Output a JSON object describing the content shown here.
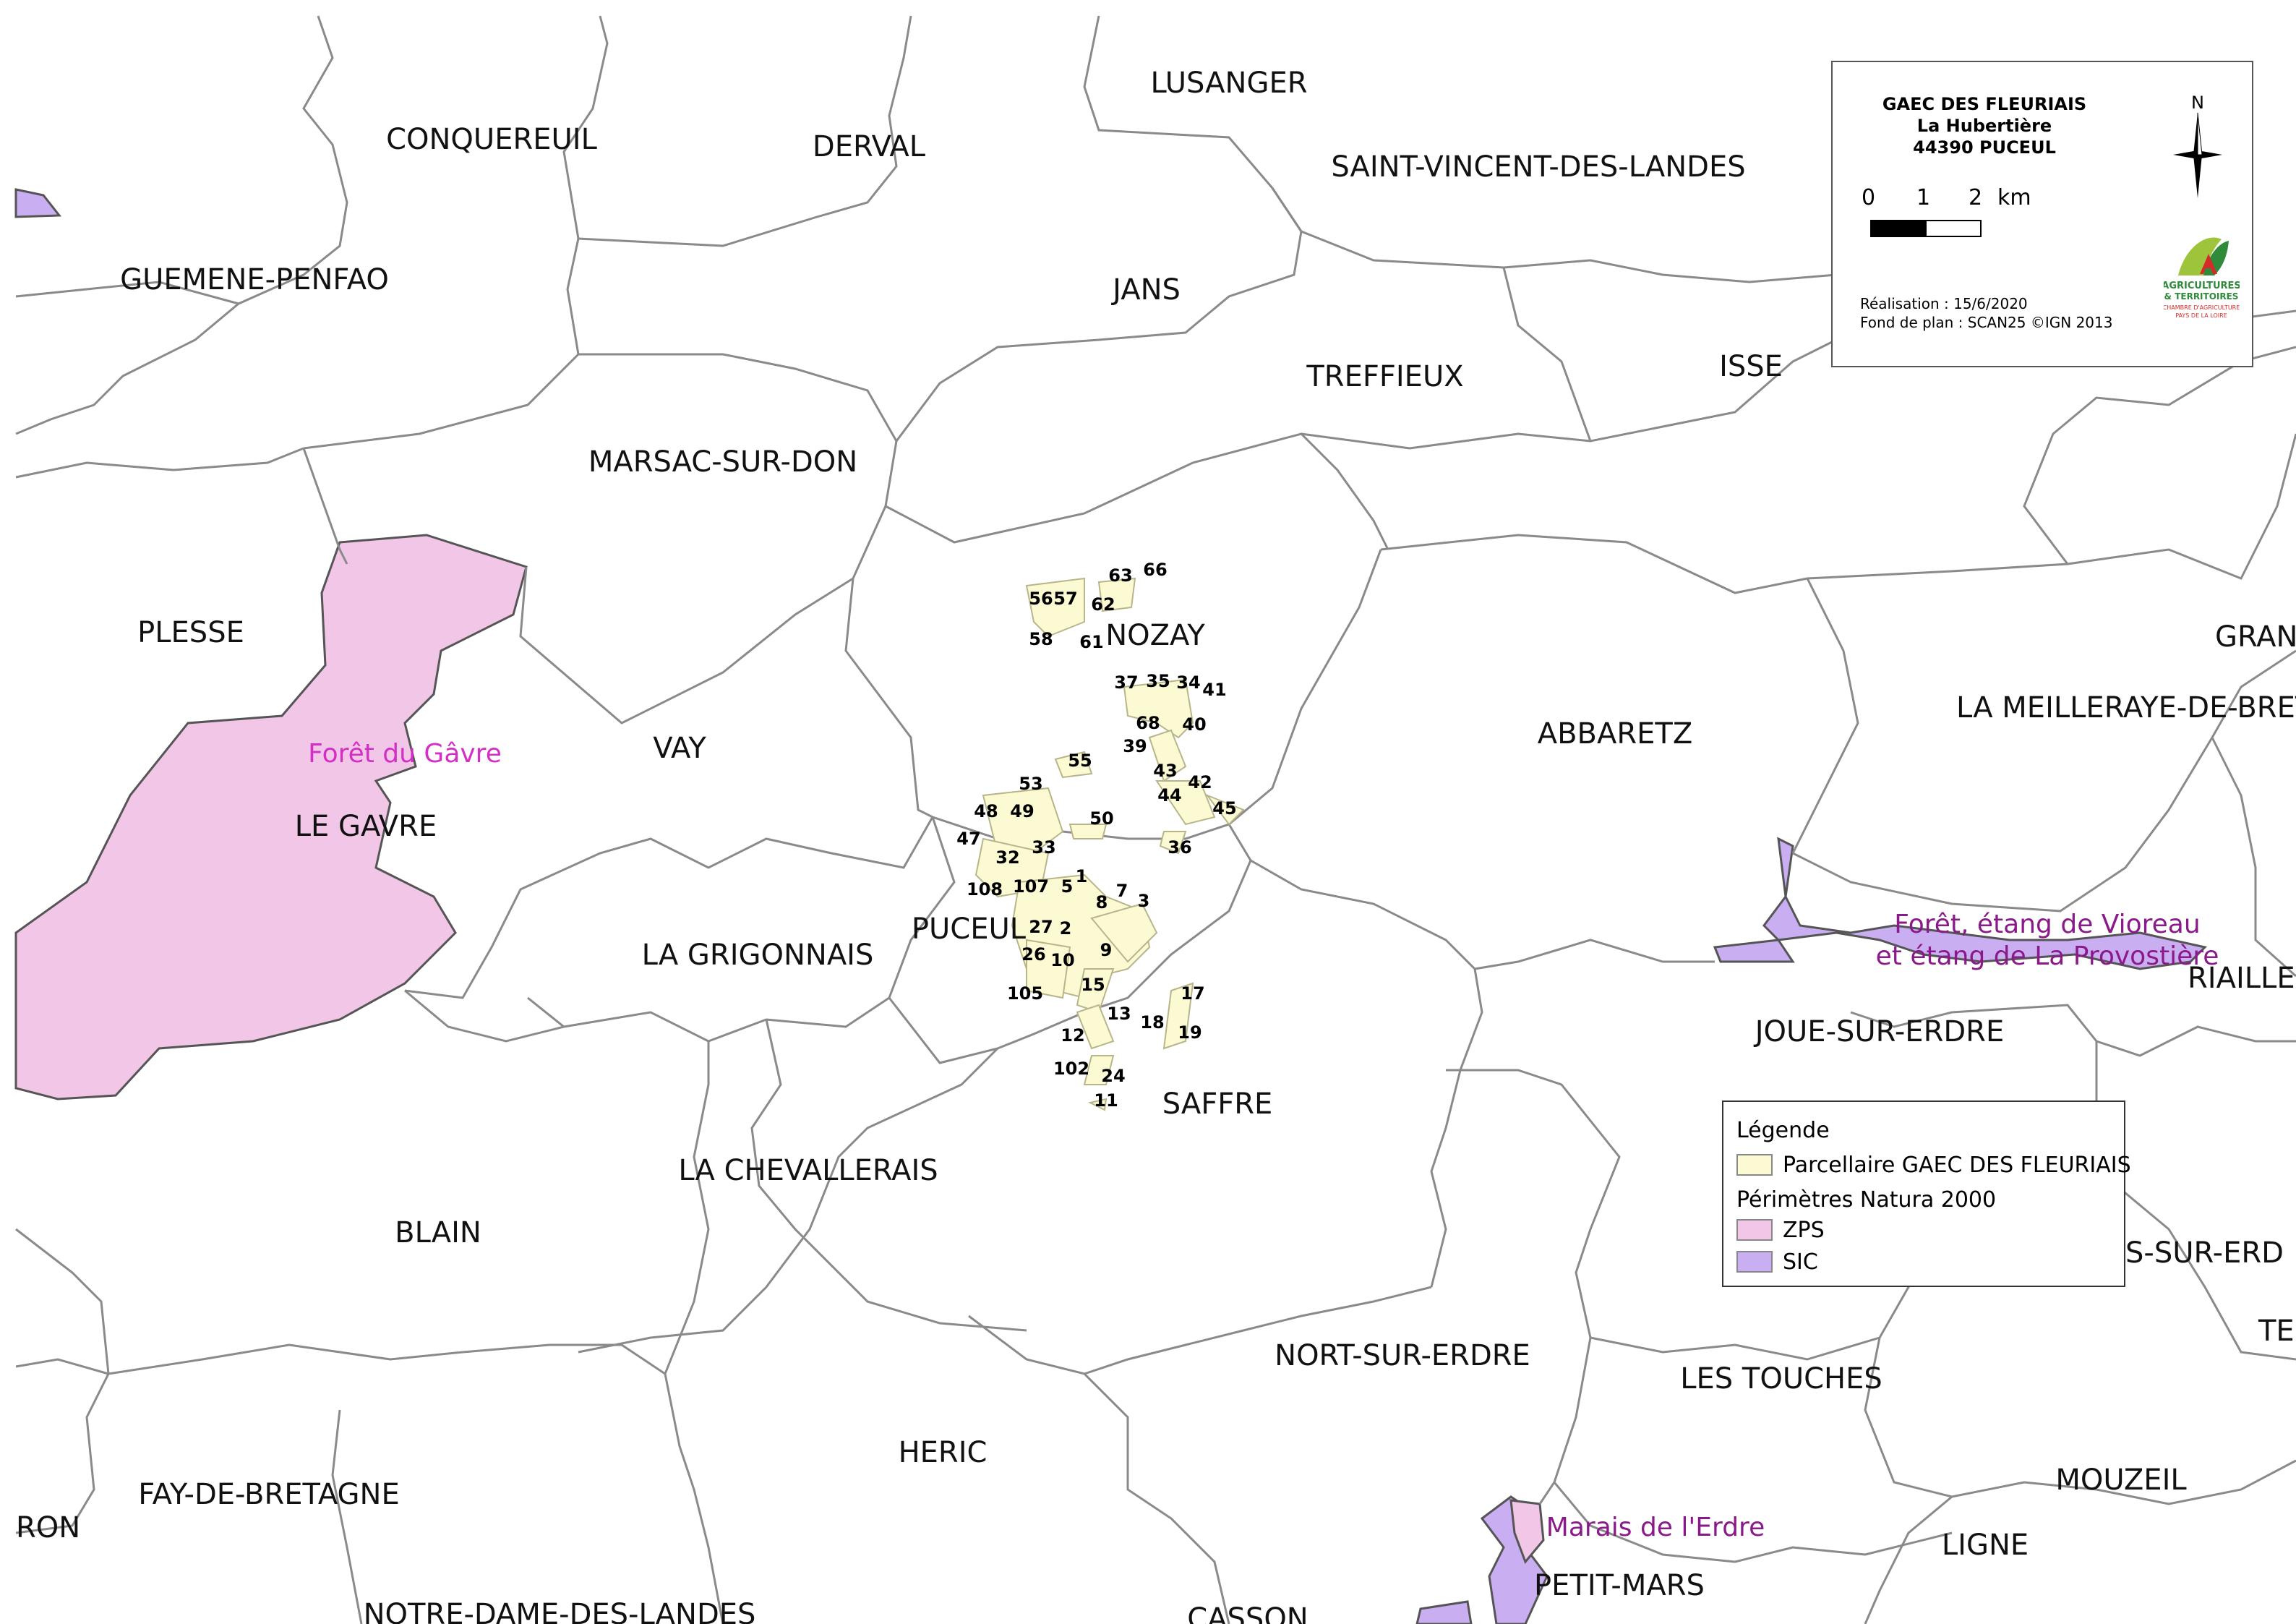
{
  "communes": [
    "CONQUEREUIL",
    "DERVAL",
    "LUSANGER",
    "SAINT-VINCENT-DES-LANDES",
    "GUEMENE-PENFAO",
    "JANS",
    "TREFFIEUX",
    "ISSE",
    "MARSAC-SUR-DON",
    "PLESSE",
    "NOZAY",
    "GRAN",
    "LA MEILLERAYE-DE-BRET",
    "VAY",
    "ABBARETZ",
    "LE GAVRE",
    "PUCEUL",
    "LA GRIGONNAIS",
    "RIAILLE",
    "JOUE-SUR-ERDRE",
    "SAFFRE",
    "LA CHEVALLERAIS",
    "BLAIN",
    "S-SUR-ERD",
    "NORT-SUR-ERDRE",
    "LES TOUCHES",
    "HERIC",
    "MOUZEIL",
    "FAY-DE-BRETAGNE",
    "RON",
    "LIGNE",
    "PETIT-MARS",
    "NOTRE-DAME-DES-LANDES",
    "CASSON",
    "TE"
  ],
  "sites": {
    "gavre": "Forêt du Gâvre",
    "vioreau_1": "Forêt, étang de Vioreau",
    "vioreau_2": "et étang de La Provostière",
    "erdre": "Marais de l'Erdre"
  },
  "parcels": [
    "63",
    "66",
    "56",
    "57",
    "62",
    "58",
    "61",
    "37",
    "35",
    "34",
    "41",
    "68",
    "40",
    "39",
    "55",
    "43",
    "42",
    "53",
    "44",
    "48",
    "49",
    "50",
    "45",
    "47",
    "36",
    "32",
    "33",
    "108",
    "107",
    "5",
    "1",
    "7",
    "8",
    "3",
    "27",
    "2",
    "26",
    "9",
    "10",
    "15",
    "105",
    "17",
    "13",
    "18",
    "19",
    "12",
    "102",
    "24",
    "11"
  ],
  "title_block": {
    "line1": "GAEC DES FLEURIAIS",
    "line2": "La Hubertière",
    "line3": "44390 PUCEUL",
    "scale_0": "0",
    "scale_1": "1",
    "scale_2": "2",
    "scale_unit": "km",
    "north": "N",
    "realisation": "Réalisation : 15/6/2020",
    "fond": "Fond de plan : SCAN25 ©IGN 2013",
    "logo_1": "AGRICULTURES",
    "logo_2": "& TERRITOIRES",
    "logo_3": "CHAMBRE D'AGRICULTURE",
    "logo_4": "PAYS DE LA LOIRE"
  },
  "legend": {
    "title": "Légende",
    "parcel_label": "Parcellaire GAEC DES FLEURIAIS",
    "natura_title": "Périmètres Natura 2000",
    "zps_label": "ZPS",
    "sic_label": "SIC"
  },
  "colors": {
    "parcel": "#fbfad2",
    "zps": "#f1c6e6",
    "sic": "#c9aef2",
    "site_label_gavre": "#d42fc5",
    "site_label_other": "#8a1a8a"
  }
}
